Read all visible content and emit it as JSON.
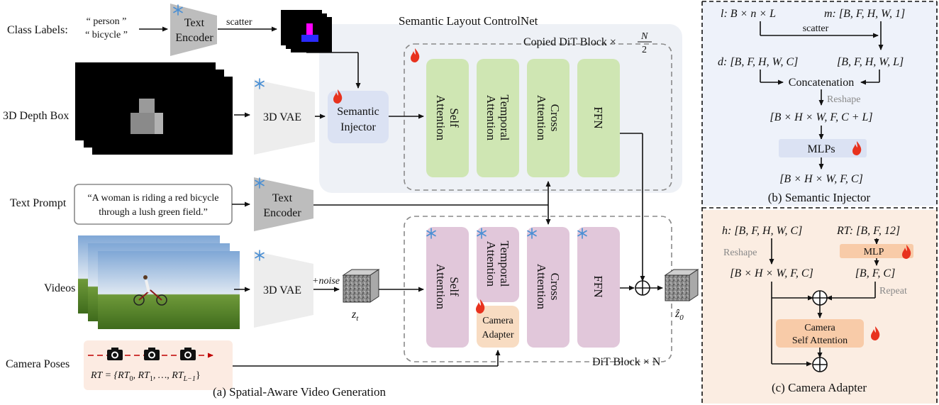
{
  "colors": {
    "green_block": "#cfe6b3",
    "pink_block": "#e1c7da",
    "peach": "#f8dcc2",
    "injector": "#dbe2f3",
    "controlnet_bg": "#eef1f6",
    "panel_b_bg": "#eef2fa",
    "panel_c_bg": "#fbede2",
    "encoder_gray": "#bdbdbd",
    "vae_light": "#ededed",
    "flame": "#e8321e",
    "snowflake": "#4a8fd4",
    "camera_red": "#c00000"
  },
  "left": {
    "class_labels": "Class Labels:",
    "person": "“ person ”",
    "bicycle": "“ bicycle ”",
    "text_encoder_1": "Text",
    "text_encoder_2": "Encoder",
    "scatter": "scatter",
    "depth_box": "3D Depth Box",
    "vae": "3D VAE",
    "text_prompt": "Text Prompt",
    "prompt_line1": "“A woman is riding a red bicycle",
    "prompt_line2": "through a lush green field.”",
    "videos": "Videos",
    "noise": "+noise",
    "zt": "z",
    "zt_sub": "t",
    "z0": "ẑ",
    "z0_sub": "0",
    "camera_poses": "Camera Poses",
    "rt_formula": "RT = {RT₀, RT₁, …, RT_{L−1}}",
    "rt_lhs": "RT",
    "rt_rhs": " = {RT",
    "rt_0": "0",
    "rt_mid1": ", RT",
    "rt_1": "1",
    "rt_mid2": ", …, RT",
    "rt_l": "L−1",
    "rt_end": "}",
    "caption_a": "(a) Spatial-Aware Video Generation"
  },
  "controlnet": {
    "title": "Semantic Layout ControlNet",
    "copied_block": "Copied DiT Block × ",
    "n_over_2_num": "N",
    "n_over_2_den": "2",
    "injector_1": "Semantic",
    "injector_2": "Injector",
    "blocks": [
      "Self Attention",
      "Temporal Attention",
      "Cross Attention",
      "FFN"
    ]
  },
  "dit": {
    "label": "DiT Block × N",
    "blocks": [
      "Self Attention",
      "Temporal Attention",
      "Cross Attention",
      "FFN"
    ],
    "camera_adapter_1": "Camera",
    "camera_adapter_2": "Adapter"
  },
  "panel_b": {
    "l_shape": "l: B × n × L",
    "m_shape": "m: [B, F, H, W, 1]",
    "scatter": "scatter",
    "d_shape": "d: [B, F, H, W, C]",
    "scattered_shape": "[B, F, H, W, L]",
    "concat": "Concatenation",
    "reshape": "Reshape",
    "reshaped": "[B × H × W, F, C + L]",
    "mlps": "MLPs",
    "output": "[B × H × W, F, C]",
    "caption": "(b) Semantic Injector"
  },
  "panel_c": {
    "h_shape": "h: [B, F, H, W, C]",
    "rt_shape": "RT: [B, F, 12]",
    "reshape": "Reshape",
    "mlp": "MLP",
    "h_reshaped": "[B × H × W, F, C]",
    "rt_out": "[B, F, C]",
    "repeat": "Repeat",
    "cam_attn_1": "Camera",
    "cam_attn_2": "Self Attention",
    "caption": "(c) Camera Adapter"
  }
}
